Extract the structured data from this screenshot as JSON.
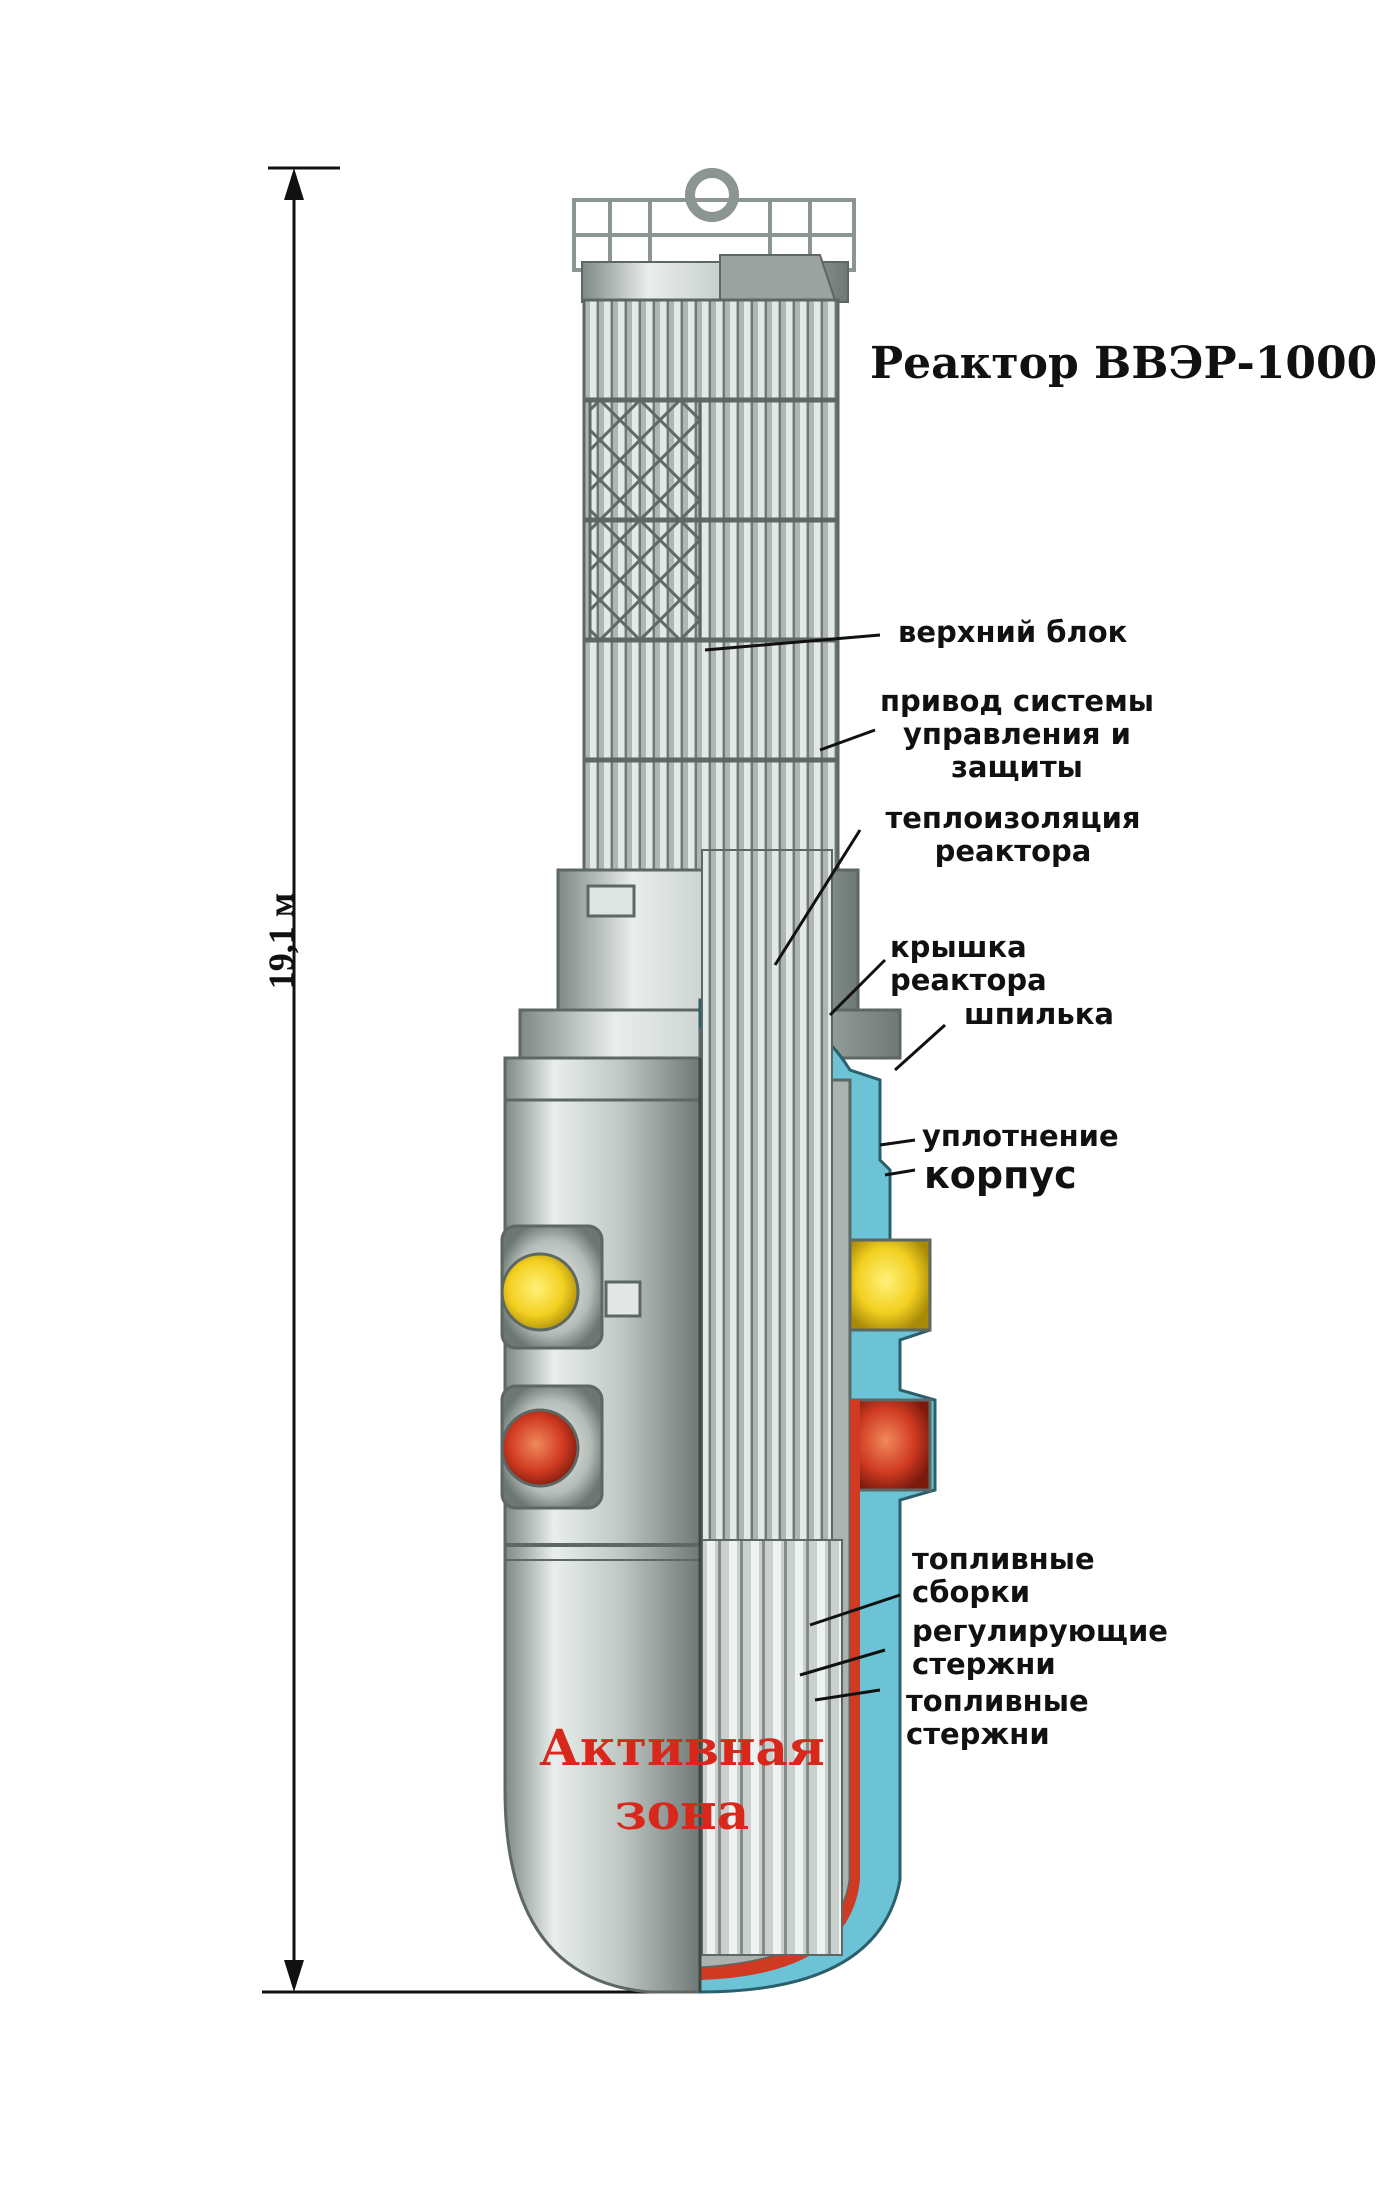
{
  "title": "Реактор ВВЭР-1000",
  "dimension_label": "19,1 м",
  "core_label": "Активная\nзона",
  "labels": {
    "top_block": "верхний блок",
    "control_drive": "привод системы\nуправления и\nзащиты",
    "insulation": "теплоизоляция\nреактора",
    "lid": "крышка\nреактора",
    "stud": "шпилька",
    "seal": "уплотнение",
    "body": "корпус",
    "fuel_assemblies": "топливные\nсборки",
    "control_rods": "регулирующие\nстержни",
    "fuel_rods": "топливные\nстержни"
  },
  "colors": {
    "steel": "#c3cbc8",
    "insulation_blue": "#6cc3d6",
    "inlet_yellow": "#f4d52a",
    "outlet_red": "#d03a22",
    "core_label": "#d8281c"
  }
}
